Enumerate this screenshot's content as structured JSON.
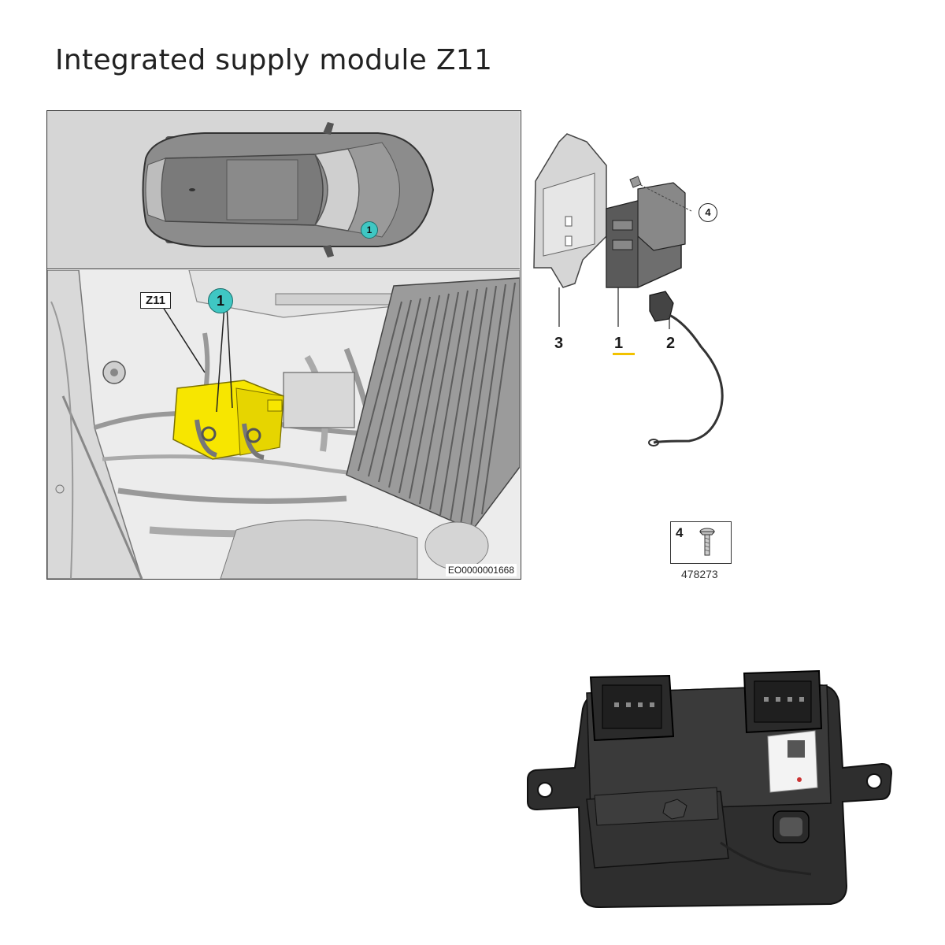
{
  "title": "Integrated supply module Z11",
  "location_figure": {
    "callout_label": "Z11",
    "marker_number": "1",
    "top_marker_number": "1",
    "reference_code": "EO0000001668"
  },
  "parts_diagram": {
    "part_numbers": [
      "3",
      "1",
      "2"
    ],
    "circled_number": "4",
    "highlight_color": "#f2c200"
  },
  "screw_part": {
    "number": "4",
    "part_code": "478273"
  },
  "colors": {
    "highlight_yellow": "#f7e600",
    "marker_teal": "#3fc7c3"
  }
}
